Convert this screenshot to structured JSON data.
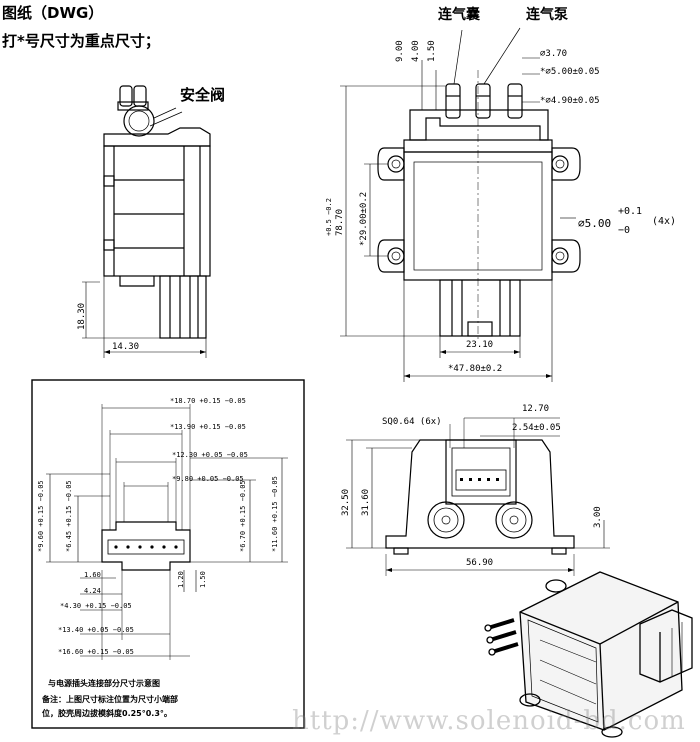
{
  "header": {
    "title": "图纸（DWG）",
    "note": "打*号尺寸为重点尺寸；"
  },
  "front_view": {
    "safety_valve_label": "安全阀",
    "dim_height_bottom": "18.30",
    "dim_width_bottom": "14.30"
  },
  "side_view": {
    "label_air_bag": "连气囊",
    "label_air_pump": "连气泵",
    "dim_9": "9.00",
    "dim_4": "4.00",
    "dim_1_5": "1.50",
    "dim_d370": "⌀3.70",
    "dim_d500": "*⌀5.00±0.05",
    "dim_d490": "*⌀4.90±0.05",
    "dim_hole": "⌀5.00",
    "dim_hole_tol_top": "+0.1",
    "dim_hole_tol_bot": "−0",
    "dim_hole_count": "(4x)",
    "dim_total_h": "78.70",
    "dim_total_h_tol": "+0.5 −0.2",
    "dim_hole_pitch": "*29.00±0.2",
    "dim_conn_w": "23.10",
    "dim_total_w": "*47.80±0.2"
  },
  "connector_detail": {
    "dims_top": [
      "*18.70 +0.15 −0.05",
      "*13.90 +0.15 −0.05",
      "*12.30 +0.05 −0.05",
      "*9.80 +0.05 −0.05"
    ],
    "dims_left": [
      "*9.60 +0.15 −0.05",
      "*6.45 +0.15 −0.05"
    ],
    "dims_right": [
      "*6.70 +0.15 −0.05",
      "*11.60 +0.15 −0.05"
    ],
    "dims_bottom_small": [
      "1.60",
      "4.24",
      "1.20",
      "1.50"
    ],
    "dims_bottom": [
      "*4.30 +0.15 −0.05",
      "*13.40 +0.05 −0.05",
      "*16.60 +0.15 −0.05"
    ],
    "caption": "与电源插头连接部分尺寸示意图",
    "remark_line1": "备注：上图尺寸标注位置为尺寸小端部",
    "remark_line2": "位，胶壳周边拔模斜度0.25°0.3°。"
  },
  "top_view": {
    "dim_pin": "SQ0.64 (6x)",
    "dim_12_7": "12.70",
    "dim_pitch": "2.54±0.05",
    "dim_h1": "32.50",
    "dim_h2": "31.60",
    "dim_right": "3.00",
    "dim_width": "56.90"
  },
  "watermark": "http://www.solenoid-bd.com"
}
